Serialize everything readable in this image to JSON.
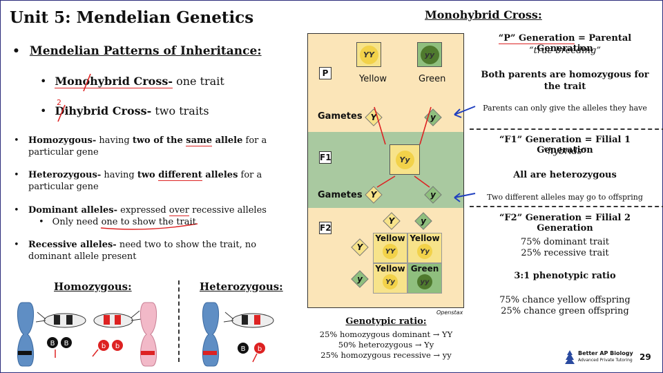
{
  "title": "Unit 5: Mendelian Genetics",
  "left": {
    "heading": "Mendelian Patterns of Inheritance:",
    "mono_bold": "Monohybrid Cross-",
    "mono_rest": " one trait",
    "di_bold": "Dihybrid Cross-",
    "di_rest": " two traits",
    "annot_2": "2",
    "homo_term": "Homozygous-",
    "homo_a": " having ",
    "homo_b": "two of the ",
    "homo_c": "same",
    "homo_d": " allele",
    "homo_e": " for a particular gene",
    "het_term": "Heterozygous-",
    "het_a": " having ",
    "het_b": "two ",
    "het_c": "different",
    "het_d": " alleles",
    "het_e": " for a particular gene",
    "dom_term": "Dominant alleles-",
    "dom_a": " expressed ",
    "dom_b": "over",
    "dom_c": " recessive alleles",
    "dom_sub_a": "Only need ",
    "dom_sub_b": "one to show the trait",
    "rec_term": "Recessive alleles-",
    "rec_rest": " need two to show the trait, no dominant allele present",
    "homozygous_label": "Homozygous:",
    "heterozygous_label": "Heterozygous:",
    "alleles": [
      "B",
      "B",
      "b",
      "b",
      "B",
      "b"
    ]
  },
  "cross": {
    "P": "P",
    "F1": "F1",
    "F2": "F2",
    "gametes": "Gametes",
    "YY": "YY",
    "yy": "yy",
    "Yy": "Yy",
    "Y": "Y",
    "y": "y",
    "yellow": "Yellow",
    "green": "Green",
    "credit": "Openstax"
  },
  "right": {
    "heading": "Monohybrid Cross:",
    "p_line1_a": "“P” Generation",
    "p_line1_b": " = Parental Generation",
    "p_line2": "“true breeding”",
    "p_line3": "Both parents are homozygous for the trait",
    "p_line4": "Parents can only give the alleles they have",
    "f1_line1": "“F1” Generation = Filial 1 Generation",
    "f1_line2": "“hybrids”",
    "f1_line3": "All are heterozygous",
    "f1_line4": "Two different alleles may go to offspring",
    "f2_line1": "“F2” Generation = Filial 2 Generation",
    "f2_line2": "75% dominant trait",
    "f2_line3": "25% recessive trait",
    "f2_line4": "3:1 phenotypic ratio",
    "f2_line5": "75% chance yellow offspring",
    "f2_line6": "25% chance green offspring",
    "geno_heading": "Genotypic ratio:",
    "geno1": "25% homozygous dominant → YY",
    "geno2": "50% heterozygous → Yy",
    "geno3": "25% homozygous recessive → yy",
    "brand1": "Better AP Biology",
    "brand2": "Advanced Private Tutoring",
    "page": "29"
  },
  "colors": {
    "yellow_pea": "#f2d24a",
    "green_pea": "#4f7a2e",
    "panel_bg": "#fbe5b8",
    "band": "#a9c9a0",
    "annotation_red": "#d22222",
    "arrow_blue": "#1f3fbf"
  }
}
